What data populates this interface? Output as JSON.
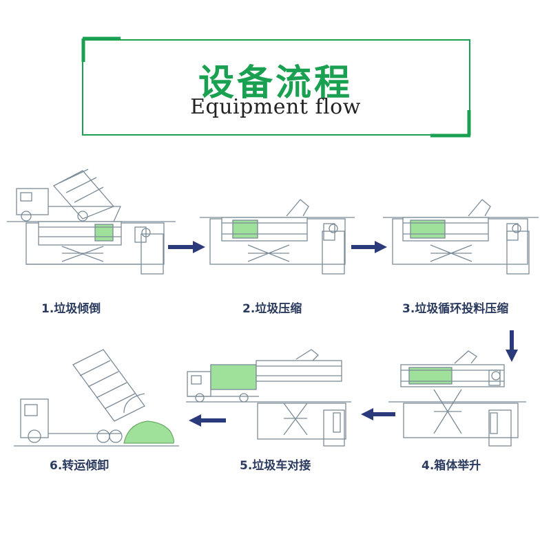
{
  "header": {
    "title_cn": "设备流程",
    "title_en": "Equipment flow"
  },
  "colors": {
    "accent_green": "#19a050",
    "arrow_navy": "#2b3a7a",
    "label_navy": "#2b3a5f",
    "line_gray": "#7a8a96",
    "box_green": "#9fe09a"
  },
  "steps": [
    {
      "label": "1.垃圾倾倒"
    },
    {
      "label": "2.垃圾压缩"
    },
    {
      "label": "3.垃圾循环投料压缩"
    },
    {
      "label": "4.箱体举升"
    },
    {
      "label": "5.垃圾车对接"
    },
    {
      "label": "6.转运倾卸"
    }
  ]
}
